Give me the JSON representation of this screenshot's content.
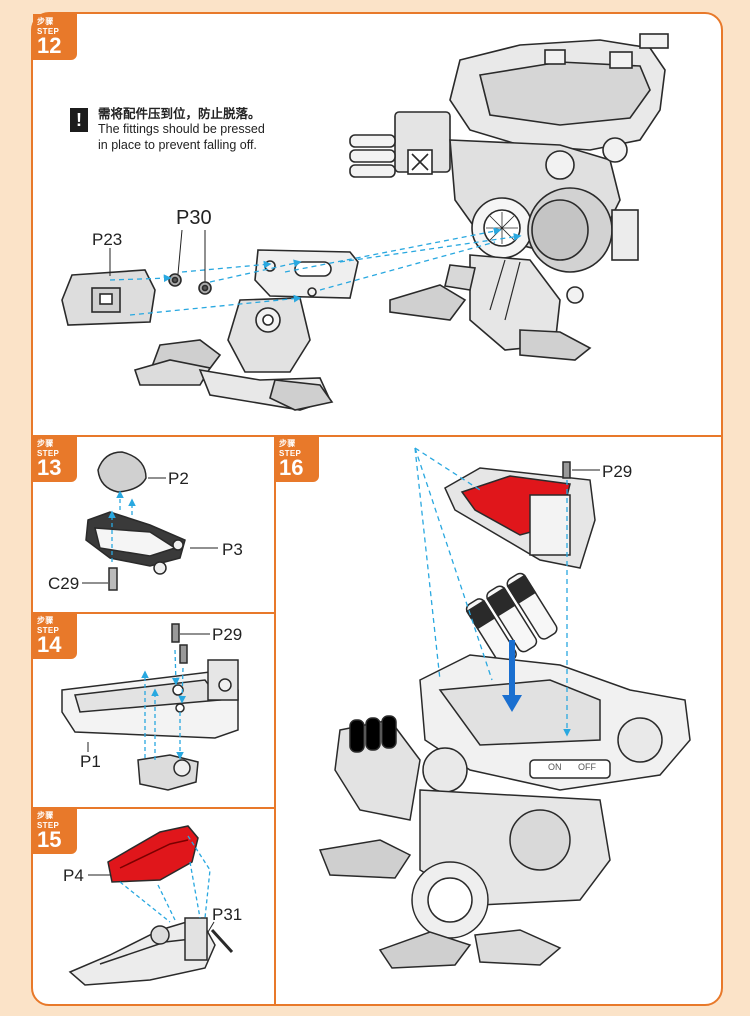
{
  "steps": [
    {
      "label": "步骤 STEP",
      "number": "12"
    },
    {
      "label": "步骤 STEP",
      "number": "13"
    },
    {
      "label": "步骤 STEP",
      "number": "16"
    },
    {
      "label": "步骤 STEP",
      "number": "14"
    },
    {
      "label": "步骤 STEP",
      "number": "15"
    }
  ],
  "note": {
    "icon": "!",
    "chinese": "需将配件压到位，防止脱落。",
    "english_line1": "The fittings should be pressed",
    "english_line2": "in place to prevent falling off."
  },
  "parts": {
    "step12_p30": "P30",
    "step12_p23": "P23",
    "step13_p2": "P2",
    "step13_p3": "P3",
    "step13_c29": "C29",
    "step14_p29": "P29",
    "step14_p1": "P1",
    "step15_p4": "P4",
    "step15_p31": "P31",
    "step16_p29": "P29"
  },
  "switch": {
    "on": "ON",
    "off": "OFF"
  },
  "colors": {
    "accent": "#e8792a",
    "background": "#fbe3c8",
    "red_part": "#e0161b",
    "guide_line": "#29a8e0"
  }
}
